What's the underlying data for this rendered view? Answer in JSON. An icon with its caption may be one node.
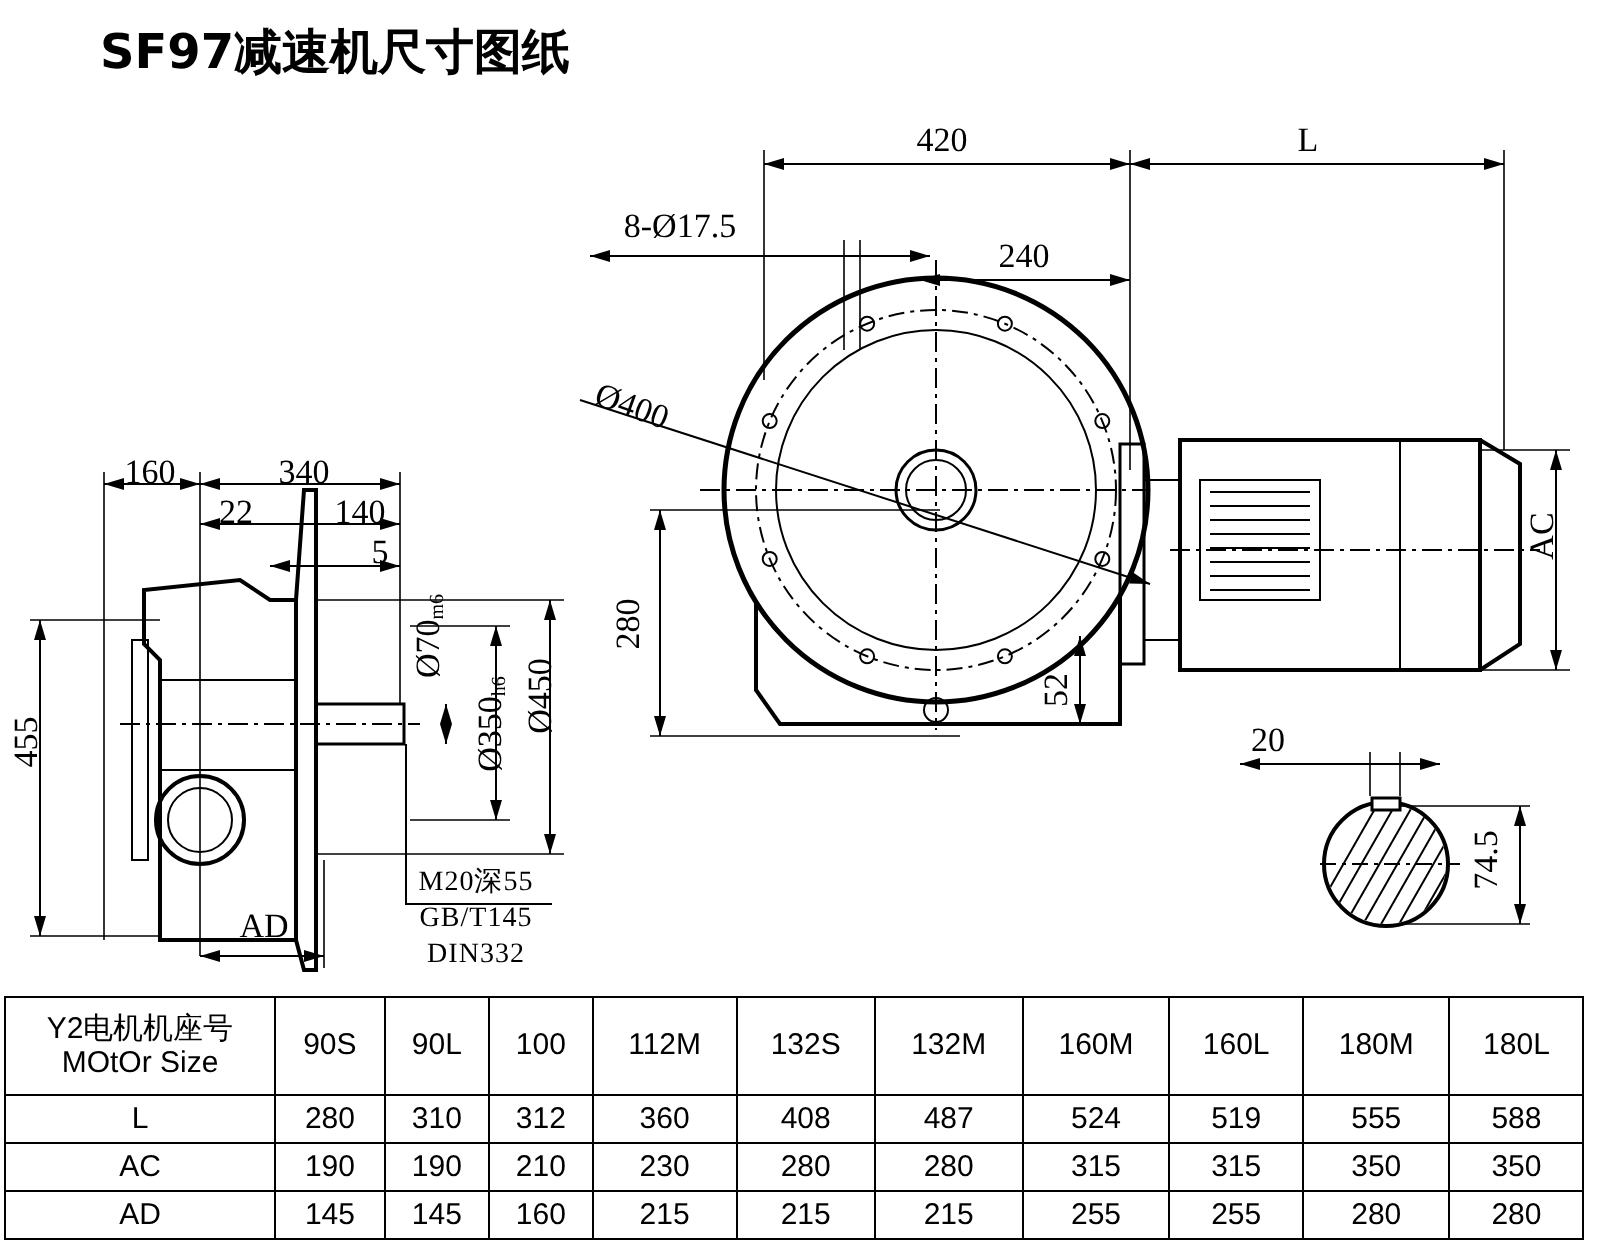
{
  "diagram": {
    "title": "SF97减速机尺寸图纸",
    "labels": [
      "420",
      "L",
      "8-Ø17.5",
      "240",
      "Ø400",
      "AC",
      "280",
      "52",
      "20",
      "74.5",
      "160",
      "340",
      "22",
      "140",
      "5",
      "455",
      "Ø70$_{m6}$",
      "Ø350$_{h6}$",
      "Ø450",
      "M20深55",
      "GB/T145",
      "DIN332",
      "AD",
      "Y2电机机座号 MOtOr Size",
      "90S",
      "90L",
      "100",
      "112M",
      "132S",
      "132M",
      "160M",
      "160L",
      "180M",
      "180L",
      "L",
      "280",
      "310",
      "312",
      "360",
      "408",
      "487",
      "524",
      "519",
      "555",
      "588",
      "AC",
      "190",
      "190",
      "210",
      "230",
      "280",
      "280",
      "315",
      "315",
      "350",
      "350",
      "AD",
      "145",
      "145",
      "160",
      "215",
      "215",
      "215",
      "255",
      "255",
      "280",
      "280"
    ]
  }
}
